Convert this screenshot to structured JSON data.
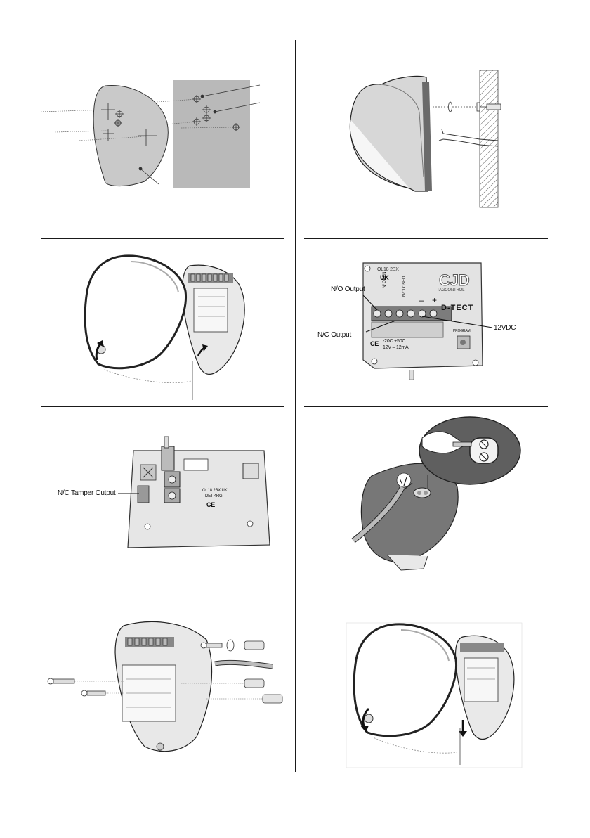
{
  "panels": {
    "wall_template": {},
    "side_mount": {},
    "open_cover": {},
    "terminal_board": {
      "brand": "CJD",
      "brand_sub": "TAGCONTROL",
      "model": "D-TECT",
      "board_code": "OL18 2BX",
      "country": "UK",
      "terminal_open": "N/ OPEN",
      "terminal_closed": "N/CLOSED",
      "terminal_minus": "–",
      "terminal_plus": "+",
      "program": "PROGRAM",
      "rating": "-20C +50C",
      "rating2": "12V – 12mA",
      "ce": "CE",
      "label_no": "N/O Output",
      "label_nc": "N/C Output",
      "label_power": "12VDC"
    },
    "tamper_board": {
      "board_code": "OL18 2BX  UK",
      "board_code2": "DET 4RG",
      "ce": "CE",
      "label_tamper": "N/C Tamper Output"
    },
    "cable_gland": {},
    "fixings": {},
    "close_cover": {}
  }
}
